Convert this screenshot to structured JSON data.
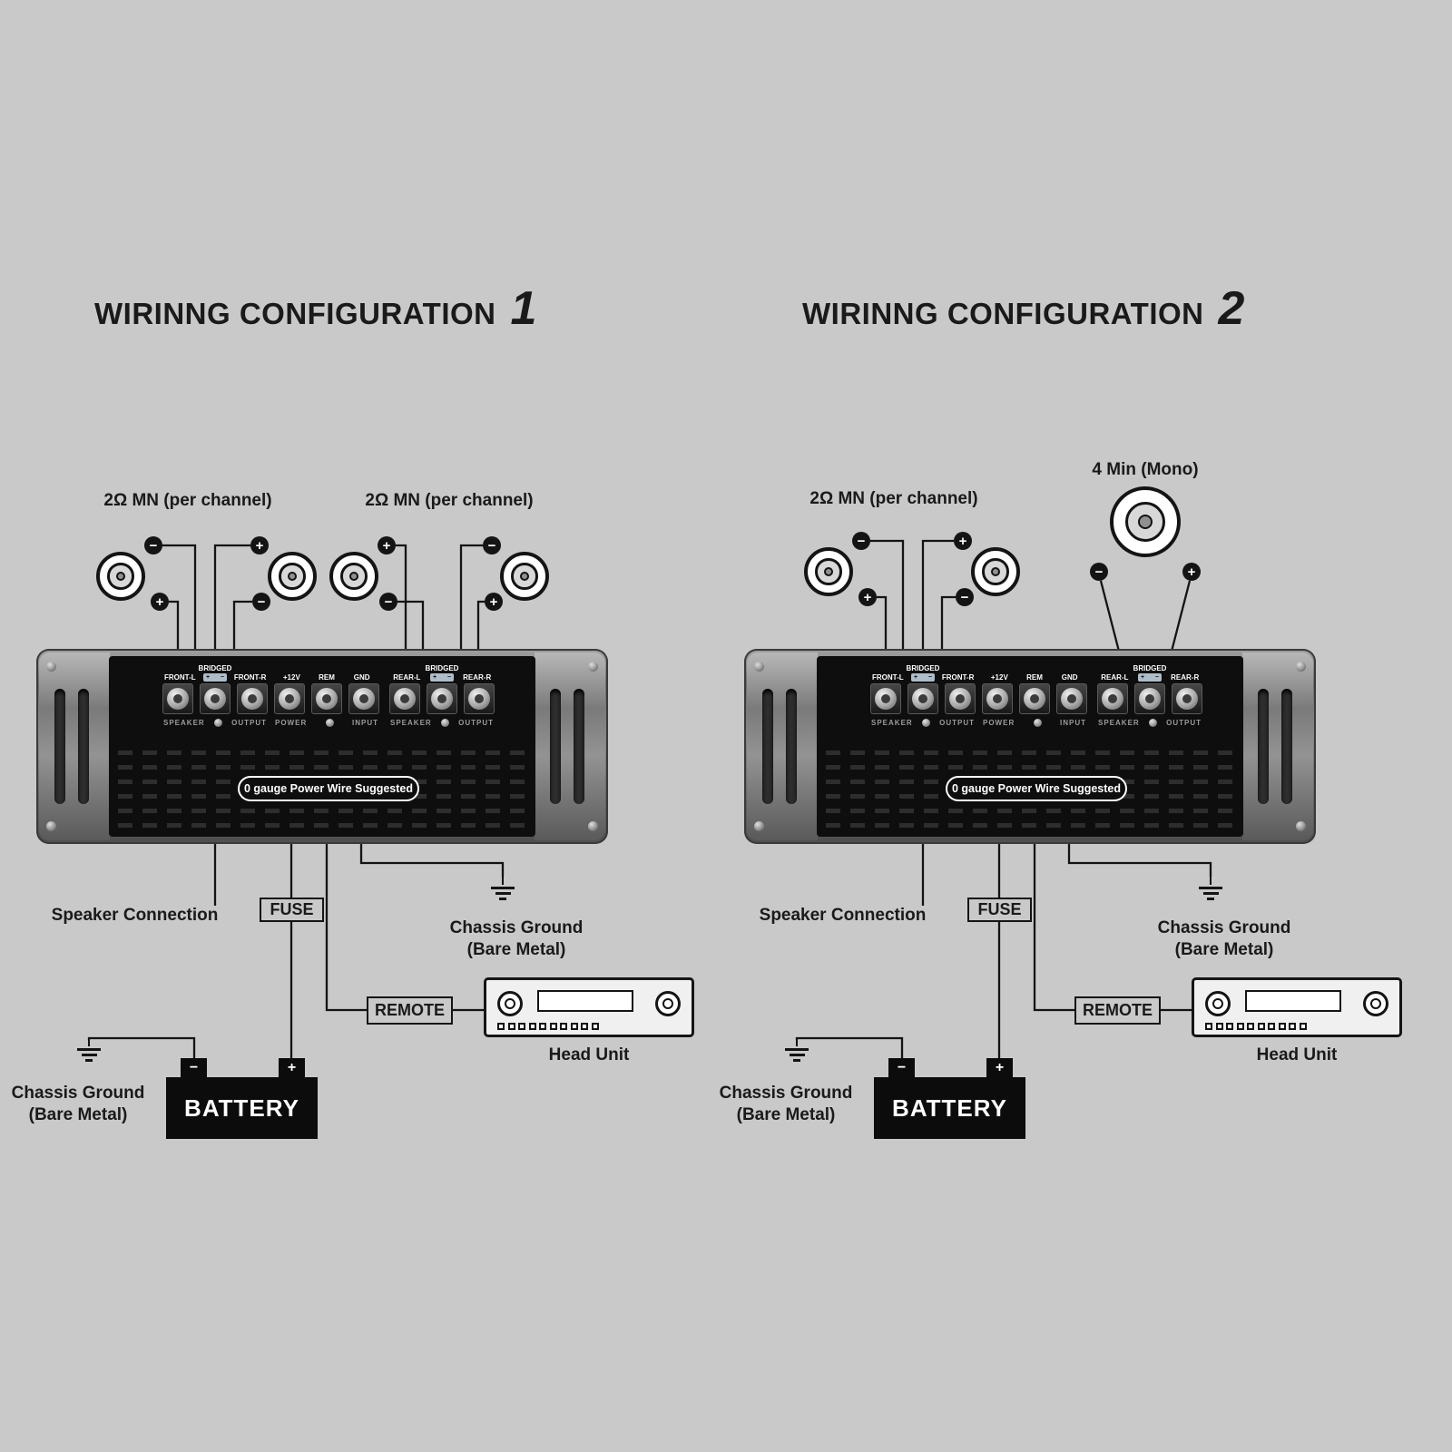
{
  "colors": {
    "background": "#c9c9c9",
    "wire": "#141414",
    "panel": "#0e0e0e"
  },
  "config1": {
    "title": "WIRINNG CONFIGURATION",
    "number": "1",
    "speaker_label_left": "2Ω MN (per channel)",
    "speaker_label_right": "2Ω MN (per channel)"
  },
  "config2": {
    "title": "WIRINNG CONFIGURATION",
    "number": "2",
    "speaker_label": "2Ω MN (per channel)",
    "sub_label": "4 Min (Mono)"
  },
  "amp": {
    "front_l": "FRONT-L",
    "bridged": "BRIDGED",
    "front_r": "FRONT-R",
    "plus12v": "+12V",
    "rem": "REM",
    "gnd": "GND",
    "rear_l": "REAR-L",
    "rear_r": "REAR-R",
    "speaker": "SPEAKER",
    "output": "OUTPUT",
    "power": "POWER",
    "input": "INPUT",
    "badge": "0 gauge Power Wire Suggested"
  },
  "labels": {
    "speaker_connection": "Speaker Connection",
    "fuse": "FUSE",
    "remote": "REMOTE",
    "head_unit": "Head Unit",
    "battery": "BATTERY",
    "chassis_ground_line1": "Chassis Ground",
    "chassis_ground_line2": "(Bare Metal)",
    "plus": "+",
    "minus": "−"
  }
}
